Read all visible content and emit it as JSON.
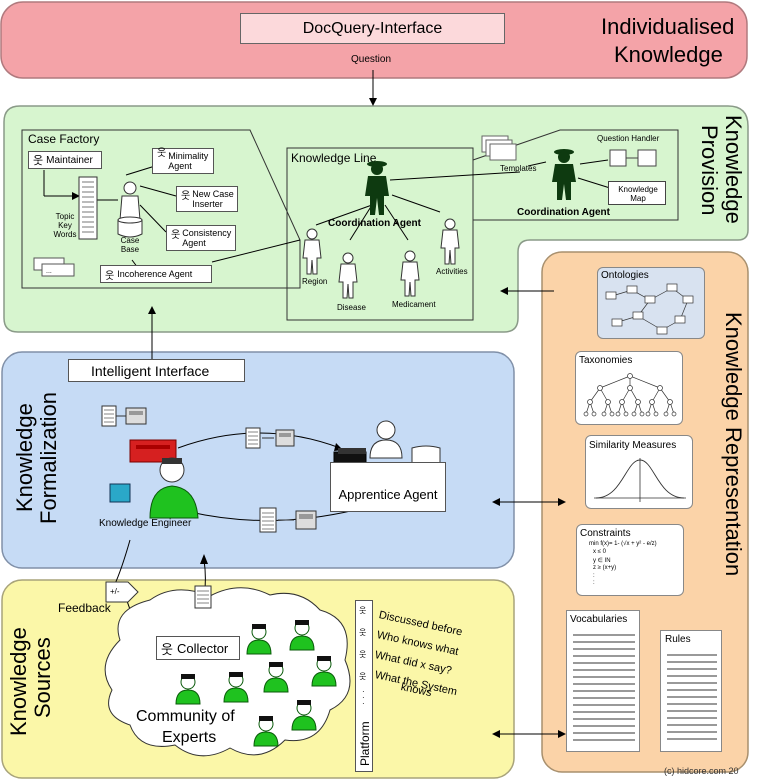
{
  "top": {
    "title_line1": "Individualised",
    "title_line2": "Knowledge",
    "interface_label": "DocQuery-Interface",
    "question_label": "Question"
  },
  "provision": {
    "title_line1": "Knowledge",
    "title_line2": "Provision",
    "case_factory": "Case Factory",
    "maintainer": "Maintainer",
    "minimality_agent": "Minimality Agent",
    "new_case_inserter": "New Case Inserter",
    "consistency_agent": "Consistency Agent",
    "incoherence_agent": "Incoherence Agent",
    "topic_key_words": "Topic Key Words",
    "case_base": "Case Base",
    "knowledge_line": "Knowledge Line",
    "coordination_agent": "Coordination Agent",
    "region": "Region",
    "disease": "Disease",
    "medicament": "Medicament",
    "activities": "Activities",
    "templates": "Templates",
    "question_handler": "Question Handler",
    "knowledge_map": "Knowledge Map",
    "coordination_agent_2": "Coordination Agent"
  },
  "formalization": {
    "title_line1": "Knowledge",
    "title_line2": "Formalization",
    "intelligent_interface": "Intelligent Interface",
    "knowledge_engineer": "Knowledge Engineer",
    "apprentice_agent": "Apprentice Agent"
  },
  "sources": {
    "title_line1": "Knowledge",
    "title_line2": "Sources",
    "feedback": "Feedback",
    "plus_minus": "+/-",
    "collector": "Collector",
    "community_line1": "Community of",
    "community_line2": "Experts",
    "platform": "Platform",
    "discussed_before": "Discussed before",
    "who_knows_what": "Who knows what",
    "what_did_x_say": "What did x say?",
    "what_the_system": "What the System",
    "knows": "knows"
  },
  "representation": {
    "title": "Knowledge Representation",
    "ontologies": "Ontologies",
    "taxonomies": "Taxonomies",
    "similarity_measures": "Similarity Measures",
    "constraints": "Constraints",
    "constraints_formula": [
      "min f(x)= 1- (√x + y² - e/z)",
      "x ≤ 0",
      "y ∈ IN",
      "z ≥ (x+y)",
      ":",
      ":"
    ],
    "vocabularies": "Vocabularies",
    "rules": "Rules"
  },
  "copyright": "(c) hidcore.com 20",
  "colors": {
    "top_fill": "#f4a3a8",
    "provision_fill": "#d7f5cf",
    "formalization_fill": "#c6dbf5",
    "sources_fill": "#fbf7a8",
    "representation_fill": "#fbd3a8",
    "agent_dark": "#0e3a10",
    "expert_green": "#1fc21f"
  }
}
